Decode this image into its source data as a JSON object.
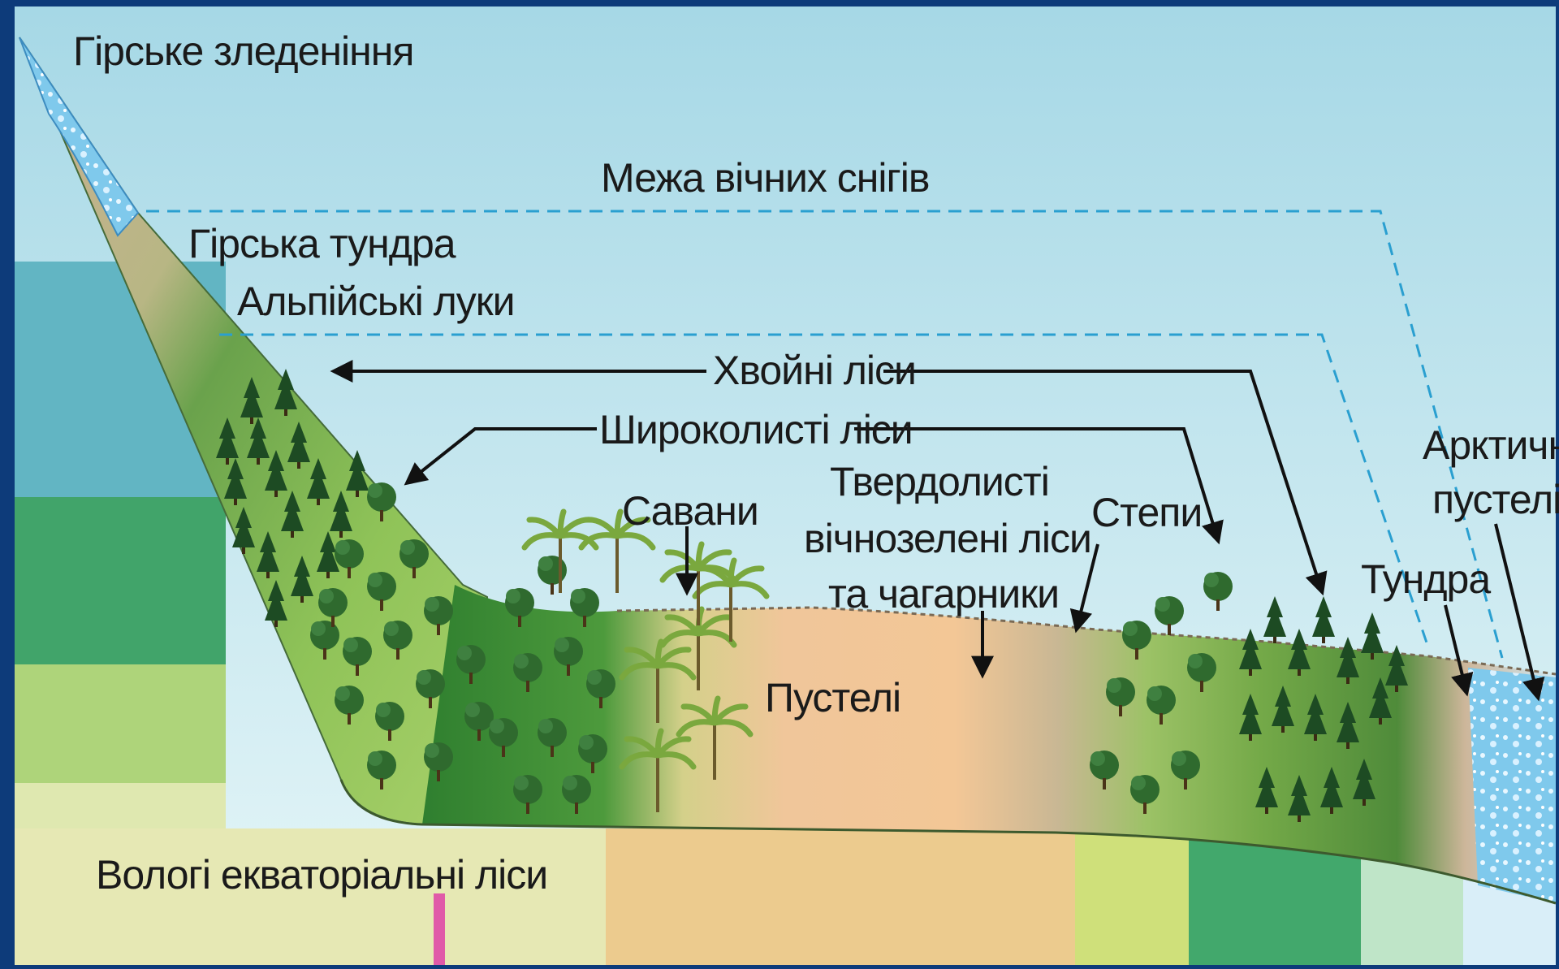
{
  "labels": {
    "mountain_glaciation": "Гірське зледеніння",
    "snow_line": "Межа вічних снігів",
    "mountain_tundra": "Гірська тундра",
    "alpine_meadows": "Альпійські луки",
    "coniferous_forests": "Хвойні ліси",
    "broadleaf_forests": "Широколисті ліси",
    "savannas": "Савани",
    "hardleaf_line1": "Твердолисті",
    "hardleaf_line2": "вічнозелені ліси",
    "hardleaf_line3": "та чагарники",
    "steppes": "Степи",
    "arctic_line1": "Арктичні",
    "arctic_line2": "пустелі",
    "tundra": "Тундра",
    "deserts": "Пустелі",
    "equatorial_forests": "Вологі екваторіальні ліси"
  },
  "colors": {
    "frame": "#0d3b7a",
    "sky_top": "#a6d8e6",
    "sky_bottom": "#e6f6f8",
    "snow_line": "#2a9fd0",
    "ice": "#5cb8e0",
    "tundra": "#c9b094",
    "meadow": "#a8c878",
    "conifer_slope": "#5f9a45",
    "broadleaf": "#8dc356",
    "rainforest": "#3c8c3a",
    "savanna": "#e8d492",
    "desert": "#f2c393",
    "steppe": "#d8c088",
    "arctic": "#cde9f6",
    "tree_dark": "#1c4a22",
    "tree_mid": "#2f6a2e",
    "palm": "#7aa83e"
  }
}
